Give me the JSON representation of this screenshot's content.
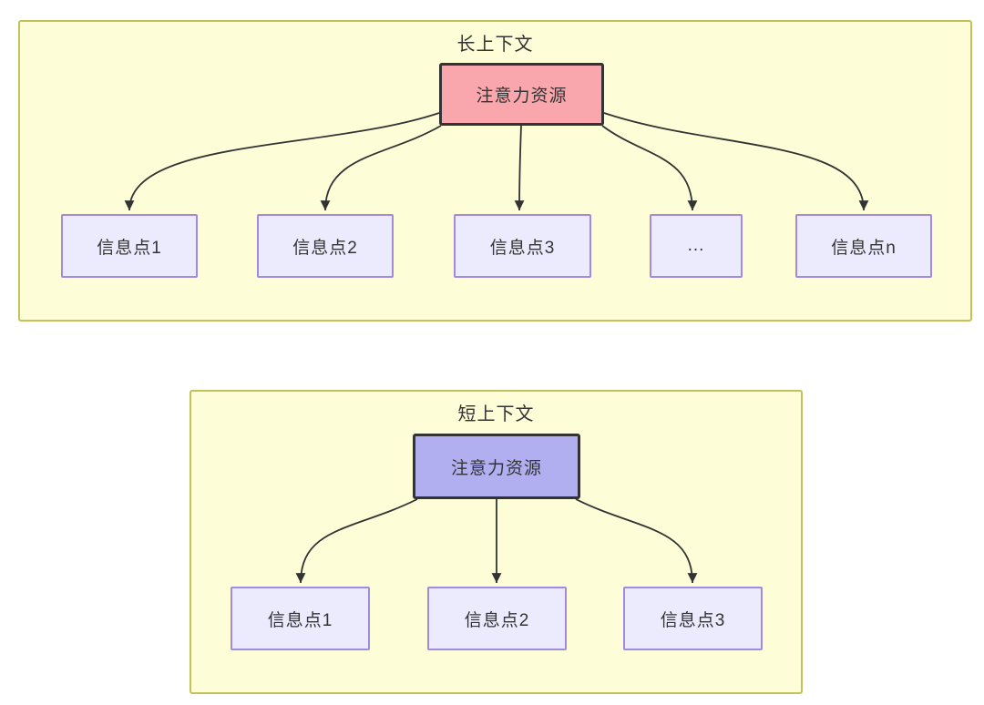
{
  "diagram": {
    "long_context": {
      "title": "长上下文",
      "attention_label": "注意力资源",
      "info_points": [
        "信息点1",
        "信息点2",
        "信息点3",
        "...",
        "信息点n"
      ]
    },
    "short_context": {
      "title": "短上下文",
      "attention_label": "注意力资源",
      "info_points": [
        "信息点1",
        "信息点2",
        "信息点3"
      ]
    }
  },
  "colors": {
    "page_bg": "#ffffff",
    "container_fill": "#fdfdd8",
    "container_border": "#c2c15c",
    "attention_long_fill": "#f9a7ac",
    "attention_short_fill": "#b1aff0",
    "attention_border": "#333333",
    "info_fill": "#eceafd",
    "info_border": "#a18ae0",
    "text": "#333333",
    "arrow": "#333333"
  }
}
